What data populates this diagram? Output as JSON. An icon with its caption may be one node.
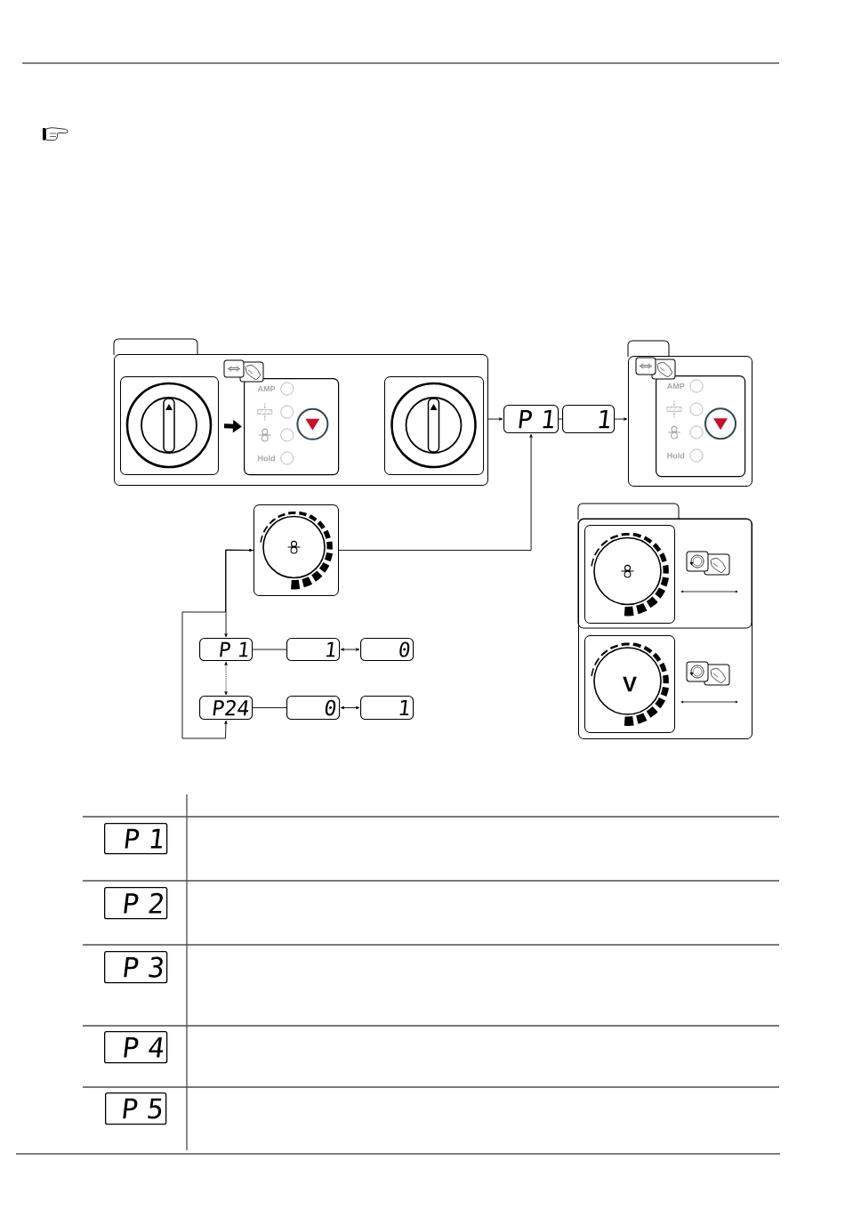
{
  "diagram": {
    "nodes": [
      {
        "text": [],
        "shape": "box"
      },
      {
        "text": [],
        "shape": "box",
        "in": 0
      },
      {
        "text": [
          "AMP",
          "Hold"
        ],
        "in": 0
      },
      {
        "text": [],
        "shape": "box",
        "in": 0
      },
      {
        "text": [
          "P 1"
        ]
      },
      {
        "text": [
          "1"
        ]
      },
      {
        "text": [],
        "shape": "box"
      },
      {
        "text": [
          "AMP",
          "Hold"
        ],
        "in": 6
      },
      {
        "text": [],
        "shape": "box"
      },
      {
        "text": [
          "P 1"
        ]
      },
      {
        "text": [
          "1"
        ]
      },
      {
        "text": [
          "0"
        ]
      },
      {
        "text": [
          "P24"
        ]
      },
      {
        "text": [
          "0"
        ]
      },
      {
        "text": [
          "1"
        ]
      },
      {
        "text": [],
        "shape": "box"
      },
      {
        "text": [],
        "shape": "box",
        "in": 15
      },
      {
        "text": [
          "V"
        ],
        "in": 15
      },
      {
        "text": [
          "P 1"
        ]
      },
      {
        "text": [
          "P 2"
        ]
      },
      {
        "text": [
          "P 3"
        ]
      },
      {
        "text": [
          "P 4"
        ]
      },
      {
        "text": [
          "P 5"
        ]
      }
    ],
    "edges": [
      {
        "from": 1,
        "to": 2,
        "arrow": "to",
        "style": "thick"
      },
      {
        "from": 0,
        "to": 4,
        "arrow": "to"
      },
      {
        "from": 4,
        "to": 5,
        "arrow": "none"
      },
      {
        "from": 5,
        "to": 6,
        "arrow": "to"
      },
      {
        "from": 8,
        "to": 4,
        "arrow": "to"
      },
      {
        "from": 8,
        "to": 9,
        "arrow": "to"
      },
      {
        "from": 8,
        "to": 12,
        "arrow": "both"
      },
      {
        "from": 9,
        "to": 12,
        "arrow": "both",
        "style": "dashed"
      },
      {
        "from": 9,
        "to": 10,
        "arrow": "none"
      },
      {
        "from": 10,
        "to": 11,
        "arrow": "both"
      },
      {
        "from": 12,
        "to": 13,
        "arrow": "none"
      },
      {
        "from": 13,
        "to": 14,
        "arrow": "both"
      }
    ]
  }
}
